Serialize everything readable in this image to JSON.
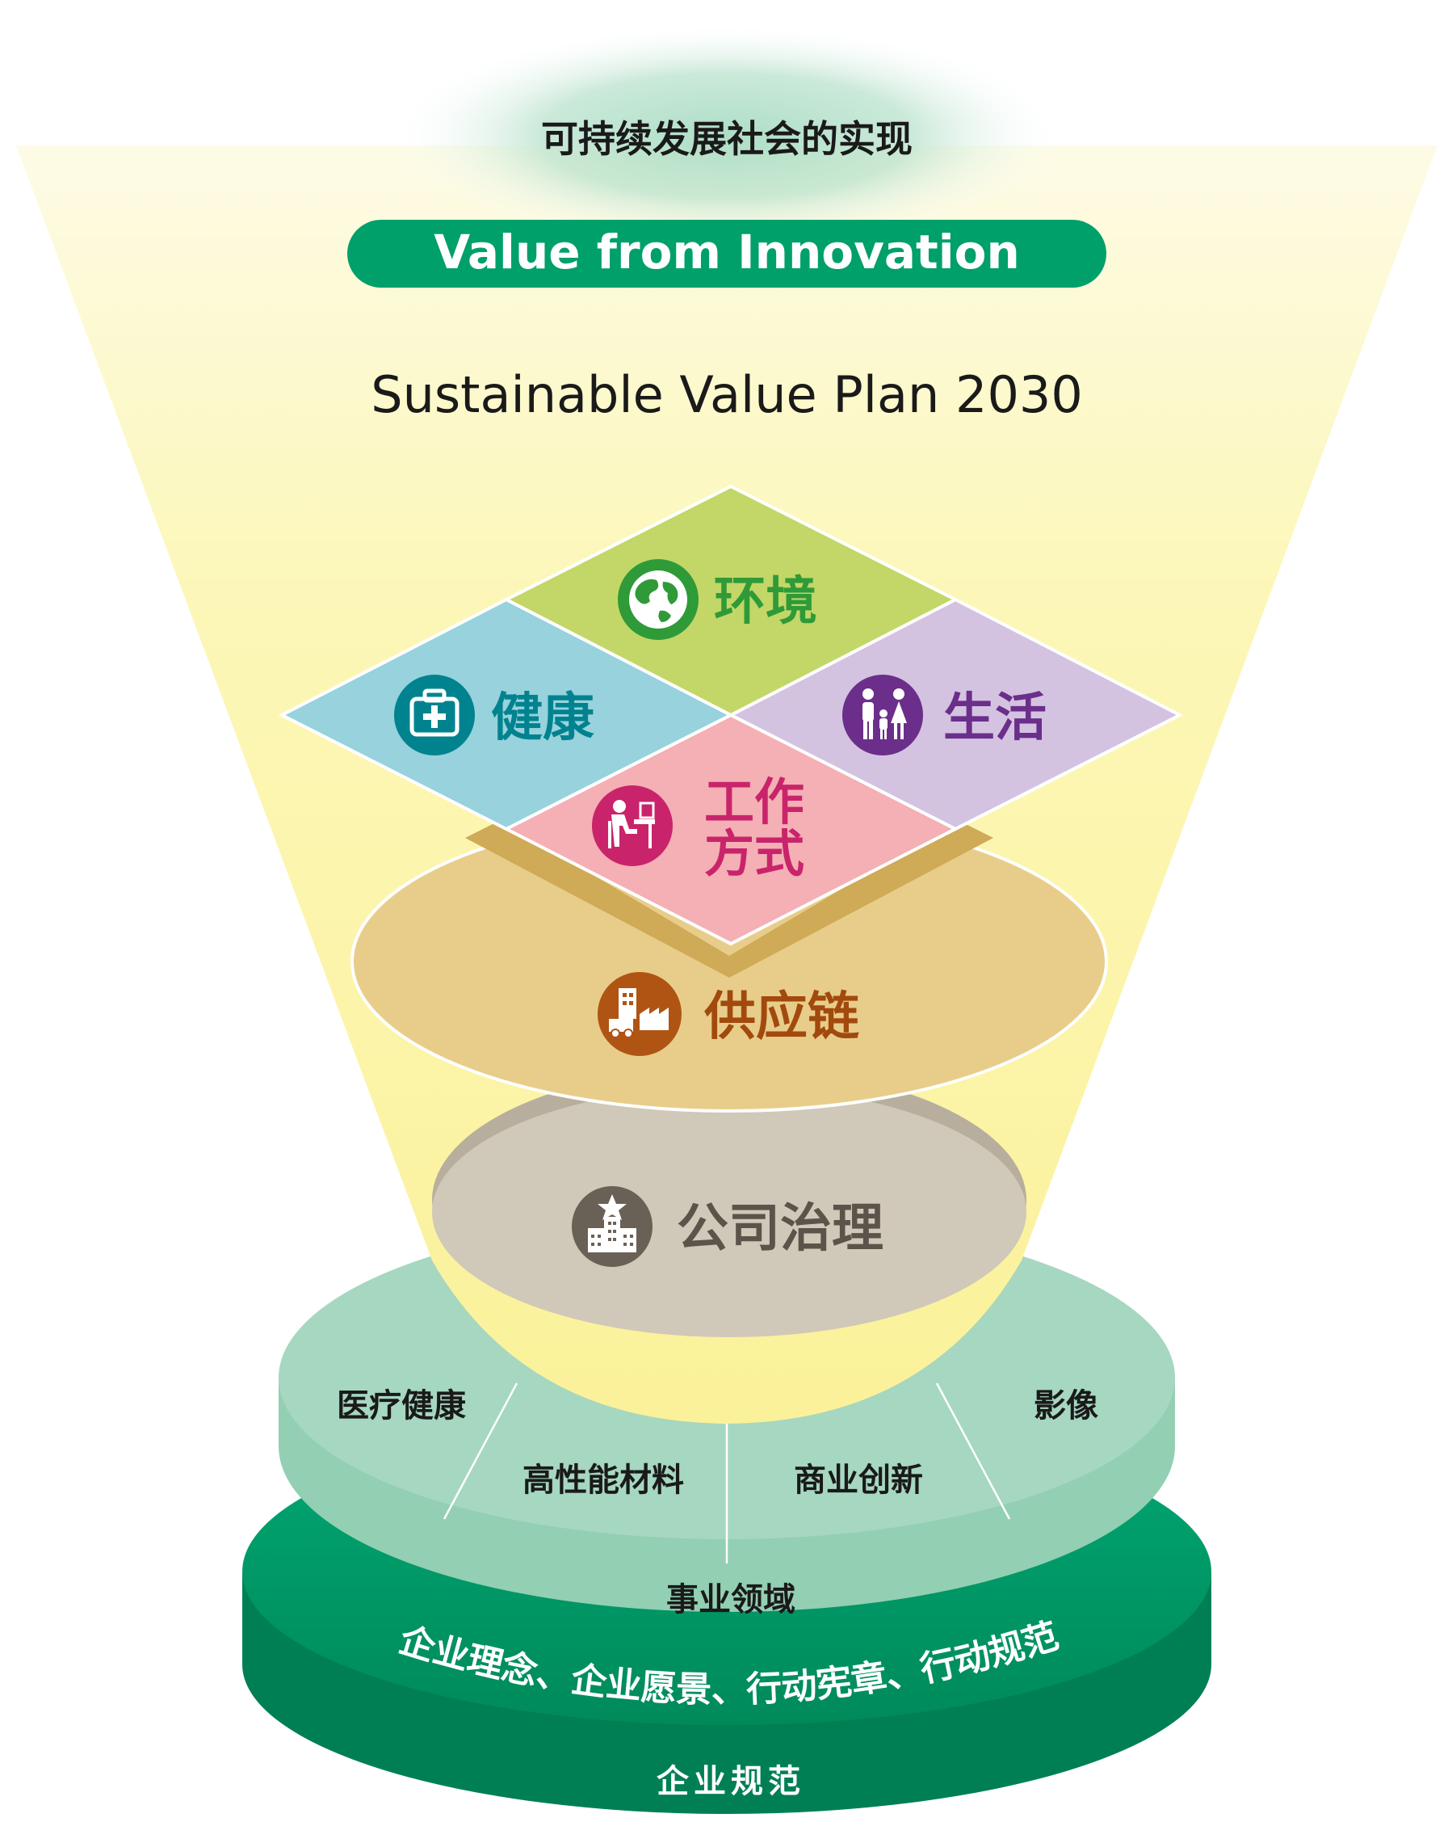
{
  "top_goal": "可持续发展社会的实现",
  "value_banner": "Value from Innovation",
  "plan_title": "Sustainable Value Plan 2030",
  "themes": {
    "environment": "环境",
    "health": "健康",
    "living": "生活",
    "work_line1": "工作",
    "work_line2": "方式",
    "supply_chain": "供应链",
    "governance": "公司治理"
  },
  "business_domains": {
    "medical": "医疗健康",
    "materials": "高性能材料",
    "business_innovation": "商业创新",
    "imaging": "影像",
    "label": "事业领域"
  },
  "foundation": {
    "curved_text": "企业理念、企业愿景、行动宪章、行动规范",
    "label": "企业规范"
  },
  "colors": {
    "dark_green": "#00a06a",
    "mint": "#a6d7c0",
    "funnel_yellow": "#fcf6a4",
    "environment": "#c2d767",
    "health": "#97d2dd",
    "living": "#d3c3e1",
    "work": "#f4b0b4",
    "supply_chain": "#e8cd8a",
    "governance": "#d0c8b8"
  },
  "icons": {
    "environment": "globe-icon",
    "health": "medical-kit-icon",
    "living": "family-icon",
    "work": "person-at-desk-icon",
    "supply_chain": "factory-truck-icon",
    "governance": "office-building-star-icon"
  }
}
